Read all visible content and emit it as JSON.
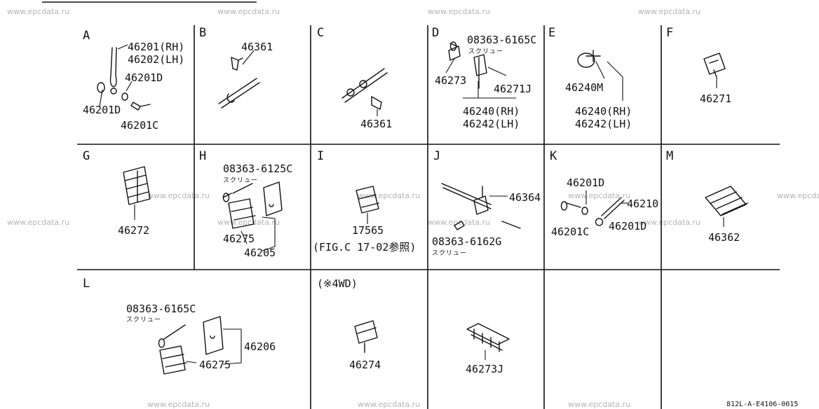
{
  "cells": [
    {
      "letter": "A",
      "labels": [
        "46201(RH)",
        "46202(LH)",
        "46201D",
        "46201D",
        "46201C"
      ]
    },
    {
      "letter": "B",
      "labels": [
        "46361"
      ]
    },
    {
      "letter": "C",
      "labels": [
        "46361"
      ]
    },
    {
      "letter": "D",
      "labels": [
        "08363-6165C",
        "スクリュー",
        "46273",
        "46271J",
        "46240(RH)",
        "46242(LH)"
      ]
    },
    {
      "letter": "E",
      "labels": [
        "46240M",
        "46240(RH)",
        "46242(LH)"
      ]
    },
    {
      "letter": "F",
      "labels": [
        "46271"
      ]
    },
    {
      "letter": "G",
      "labels": [
        "46272"
      ]
    },
    {
      "letter": "H",
      "labels": [
        "08363-6125C",
        "スクリュー",
        "46275",
        "46205"
      ]
    },
    {
      "letter": "I",
      "labels": [
        "17565",
        "(FIG.C 17-02参照)"
      ]
    },
    {
      "letter": "J",
      "labels": [
        "46364",
        "08363-6162G",
        "スクリュー"
      ]
    },
    {
      "letter": "K",
      "labels": [
        "46201D",
        "46210",
        "46201C",
        "46201D"
      ]
    },
    {
      "letter": "M",
      "labels": [
        "46362"
      ]
    },
    {
      "letter": "L",
      "labels": [
        "08363-6165C",
        "スクリュー",
        "46206",
        "46275"
      ]
    },
    {
      "letter": "",
      "labels": [
        "(※4WD)",
        "46274"
      ]
    },
    {
      "letter": "",
      "labels": [
        "46273J"
      ]
    }
  ],
  "watermark": "www.epcdata.ru",
  "footer_code": "812L-A-E4106-0015"
}
